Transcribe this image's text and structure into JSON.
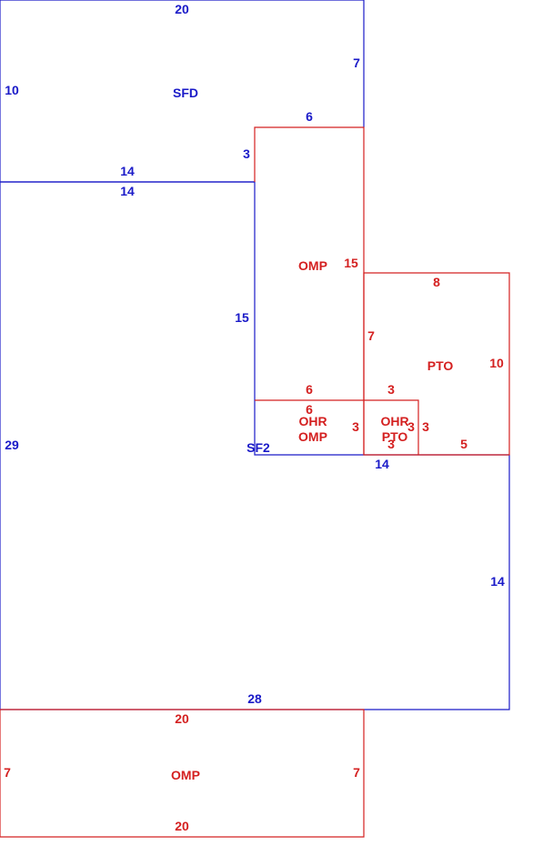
{
  "colors": {
    "dwelling": "#1a1ac8",
    "addition": "#d42020",
    "background": "#ffffff"
  },
  "areas": {
    "sfd": "SFD",
    "sf2": "SF2",
    "omp_upper": "OMP",
    "pto_right": "PTO",
    "ohr_left": "OHR",
    "omp_small": "OMP",
    "ohr_right": "OHR",
    "pto_small": "PTO",
    "omp_bottom": "OMP"
  },
  "dimensions": {
    "sfd_top": "20",
    "sfd_left": "10",
    "sfd_right": "7",
    "sfd_bottom": "14",
    "sf2_top": "14",
    "sf2_left": "29",
    "sf2_inner": "15",
    "sf2_step": "14",
    "sf2_right": "14",
    "sf2_bottom": "28",
    "omp_top": "6",
    "omp_left": "3",
    "omp_right": "15",
    "omp_bottom": "6",
    "pto_top": "8",
    "pto_left": "7",
    "pto_right": "10",
    "pto_bottom": "5",
    "ohr_l_top": "6",
    "ohr_l_right": "3",
    "ohr_r_top": "3",
    "ohr_r_left": "3",
    "ohr_r_right": "3",
    "ohr_r_bottom": "3",
    "omp_b_top": "20",
    "omp_b_left": "7",
    "omp_b_right": "7",
    "omp_b_bottom": "20"
  }
}
